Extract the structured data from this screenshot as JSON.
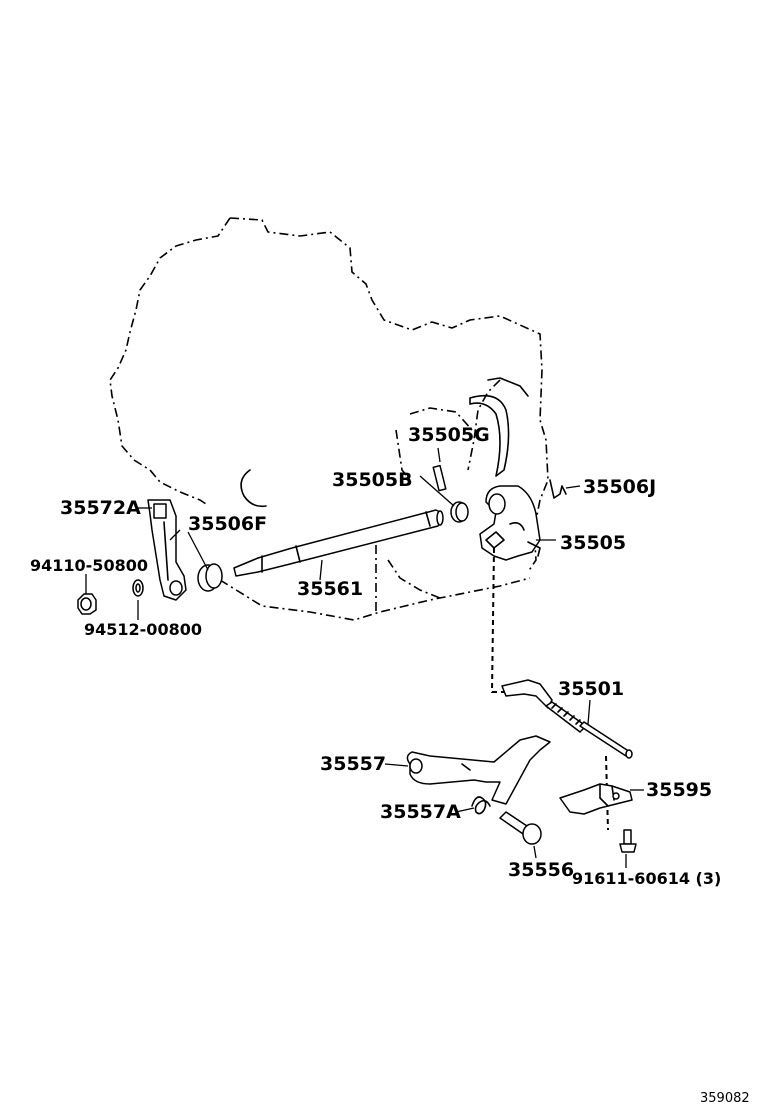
{
  "parts": {
    "p35505G": "35505G",
    "p35505B": "35505B",
    "p35506J": "35506J",
    "p35572A": "35572A",
    "p35506F": "35506F",
    "p35505": "35505",
    "p94110": "94110-50800",
    "p35561": "35561",
    "p94512": "94512-00800",
    "p35501": "35501",
    "p35557": "35557",
    "p35595": "35595",
    "p35557A": "35557A",
    "p35556": "35556",
    "p91611": "91611-60614 (3)"
  },
  "diagram_ref": "359082"
}
